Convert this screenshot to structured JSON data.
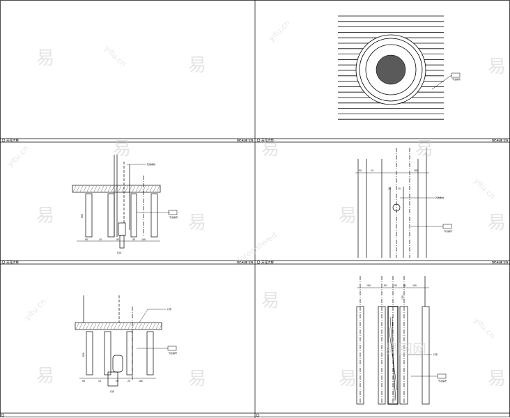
{
  "panels": {
    "p1": {
      "title": "",
      "scale": ""
    },
    "p2": {
      "title": "天花大样",
      "scale": "SCALE 1:5",
      "tag": "节点编号"
    },
    "p3": {
      "title": "天花大样",
      "scale": "SCALE 1:5",
      "dims": [
        "50",
        "10",
        "50",
        "30",
        "160"
      ],
      "vert": "500",
      "callout": "石膏角线",
      "tag": "节点编号",
      "bottom": "灯具"
    },
    "p4": {
      "title": "天花大样",
      "scale": "SCALE 1:5",
      "dims": [
        "50",
        "10",
        "20",
        "20",
        "160"
      ],
      "callout": "石膏角线",
      "tag": "节点编号"
    },
    "p5": {
      "title": "天花大样",
      "scale": "SCALE 1:5",
      "dims": [
        "50",
        "10",
        "20",
        "20",
        "160"
      ],
      "vert": "500",
      "callout": "灯带",
      "tag": "节点编号",
      "bottom": "灯具"
    },
    "p6": {
      "title": "",
      "scale": "",
      "dims": [
        "160",
        "50",
        "50",
        "50",
        "160"
      ],
      "vert": "100",
      "callout": "灯带",
      "tag": "节点编号"
    }
  },
  "watermark": {
    "cjk": "易",
    "latin": "yitu.cn",
    "diag": "Unregistered",
    "big": "易图网"
  }
}
